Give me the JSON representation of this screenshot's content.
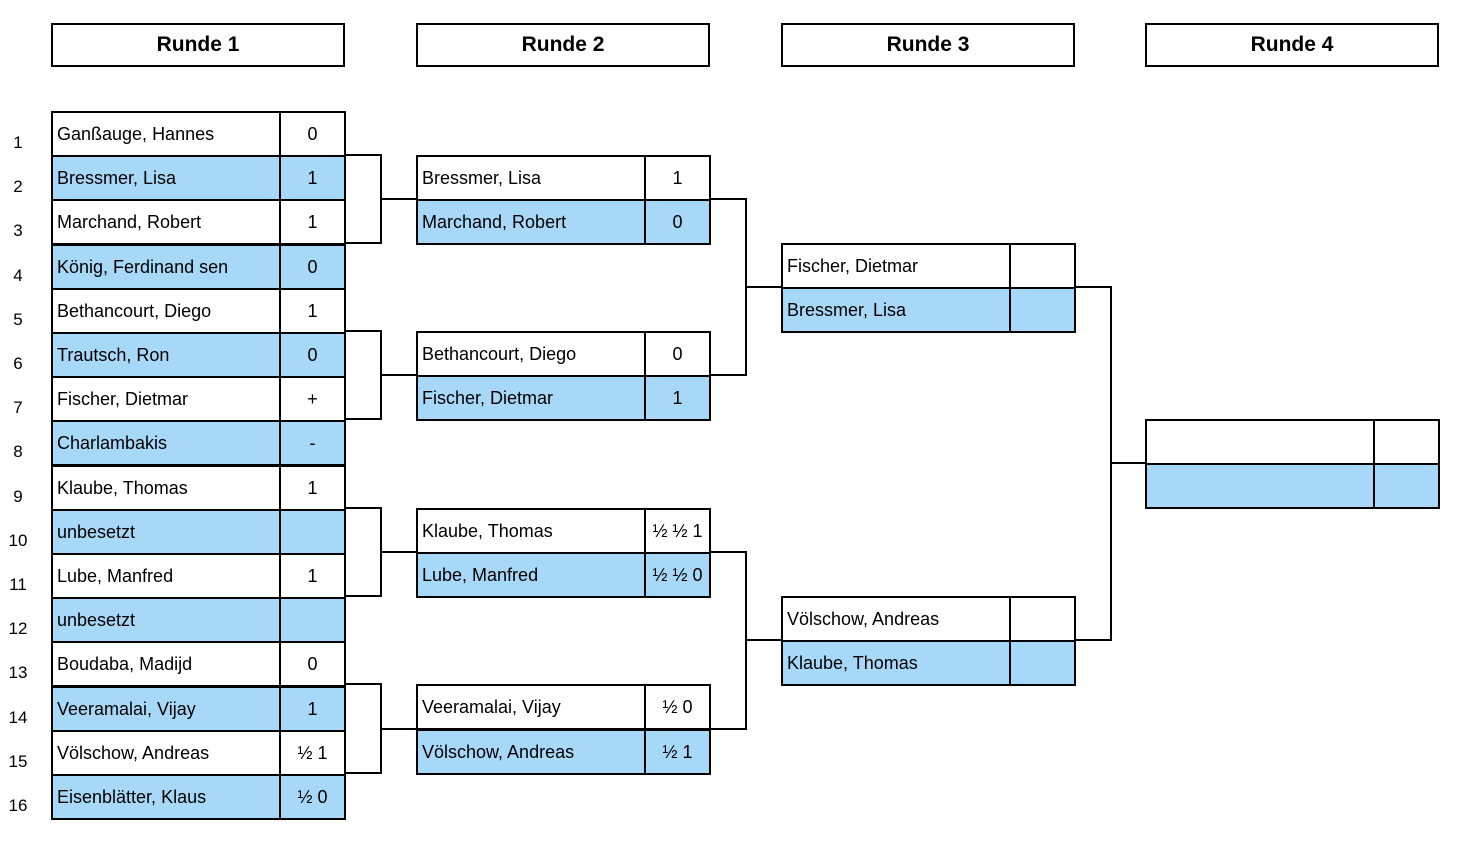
{
  "rounds": [
    "Runde 1",
    "Runde 2",
    "Runde 3",
    "Runde 4"
  ],
  "row_numbers": [
    "1",
    "2",
    "3",
    "4",
    "5",
    "6",
    "7",
    "8",
    "9",
    "10",
    "11",
    "12",
    "13",
    "14",
    "15",
    "16"
  ],
  "round1": [
    {
      "name": "Ganßauge, Hannes",
      "score": "0"
    },
    {
      "name": "Bressmer, Lisa",
      "score": "1"
    },
    {
      "name": "Marchand, Robert",
      "score": "1"
    },
    {
      "name": "König, Ferdinand sen",
      "score": "0"
    },
    {
      "name": "Bethancourt, Diego",
      "score": "1"
    },
    {
      "name": "Trautsch, Ron",
      "score": "0"
    },
    {
      "name": "Fischer, Dietmar",
      "score": "+"
    },
    {
      "name": "Charlambakis",
      "score": "-"
    },
    {
      "name": "Klaube, Thomas",
      "score": "1"
    },
    {
      "name": "unbesetzt",
      "score": ""
    },
    {
      "name": "Lube, Manfred",
      "score": "1"
    },
    {
      "name": "unbesetzt",
      "score": ""
    },
    {
      "name": "Boudaba, Madijd",
      "score": "0"
    },
    {
      "name": "Veeramalai, Vijay",
      "score": "1"
    },
    {
      "name": "Völschow, Andreas",
      "score": "½ 1"
    },
    {
      "name": "Eisenblätter, Klaus",
      "score": "½ 0"
    }
  ],
  "round2": [
    {
      "name": "Bressmer, Lisa",
      "score": "1"
    },
    {
      "name": "Marchand, Robert",
      "score": "0"
    },
    {
      "name": "Bethancourt, Diego",
      "score": "0"
    },
    {
      "name": "Fischer, Dietmar",
      "score": "1"
    },
    {
      "name": "Klaube, Thomas",
      "score": "½ ½ 1"
    },
    {
      "name": "Lube, Manfred",
      "score": "½ ½ 0"
    },
    {
      "name": "Veeramalai, Vijay",
      "score": "½ 0"
    },
    {
      "name": "Völschow, Andreas",
      "score": "½ 1"
    }
  ],
  "round3": [
    {
      "name": "Fischer, Dietmar",
      "score": ""
    },
    {
      "name": "Bressmer, Lisa",
      "score": ""
    },
    {
      "name": "Völschow, Andreas",
      "score": ""
    },
    {
      "name": "Klaube, Thomas",
      "score": ""
    }
  ],
  "round4": [
    {
      "name": "",
      "score": ""
    },
    {
      "name": "",
      "score": ""
    }
  ],
  "colors": {
    "highlight": "#a8d8f8",
    "border": "#000000"
  }
}
